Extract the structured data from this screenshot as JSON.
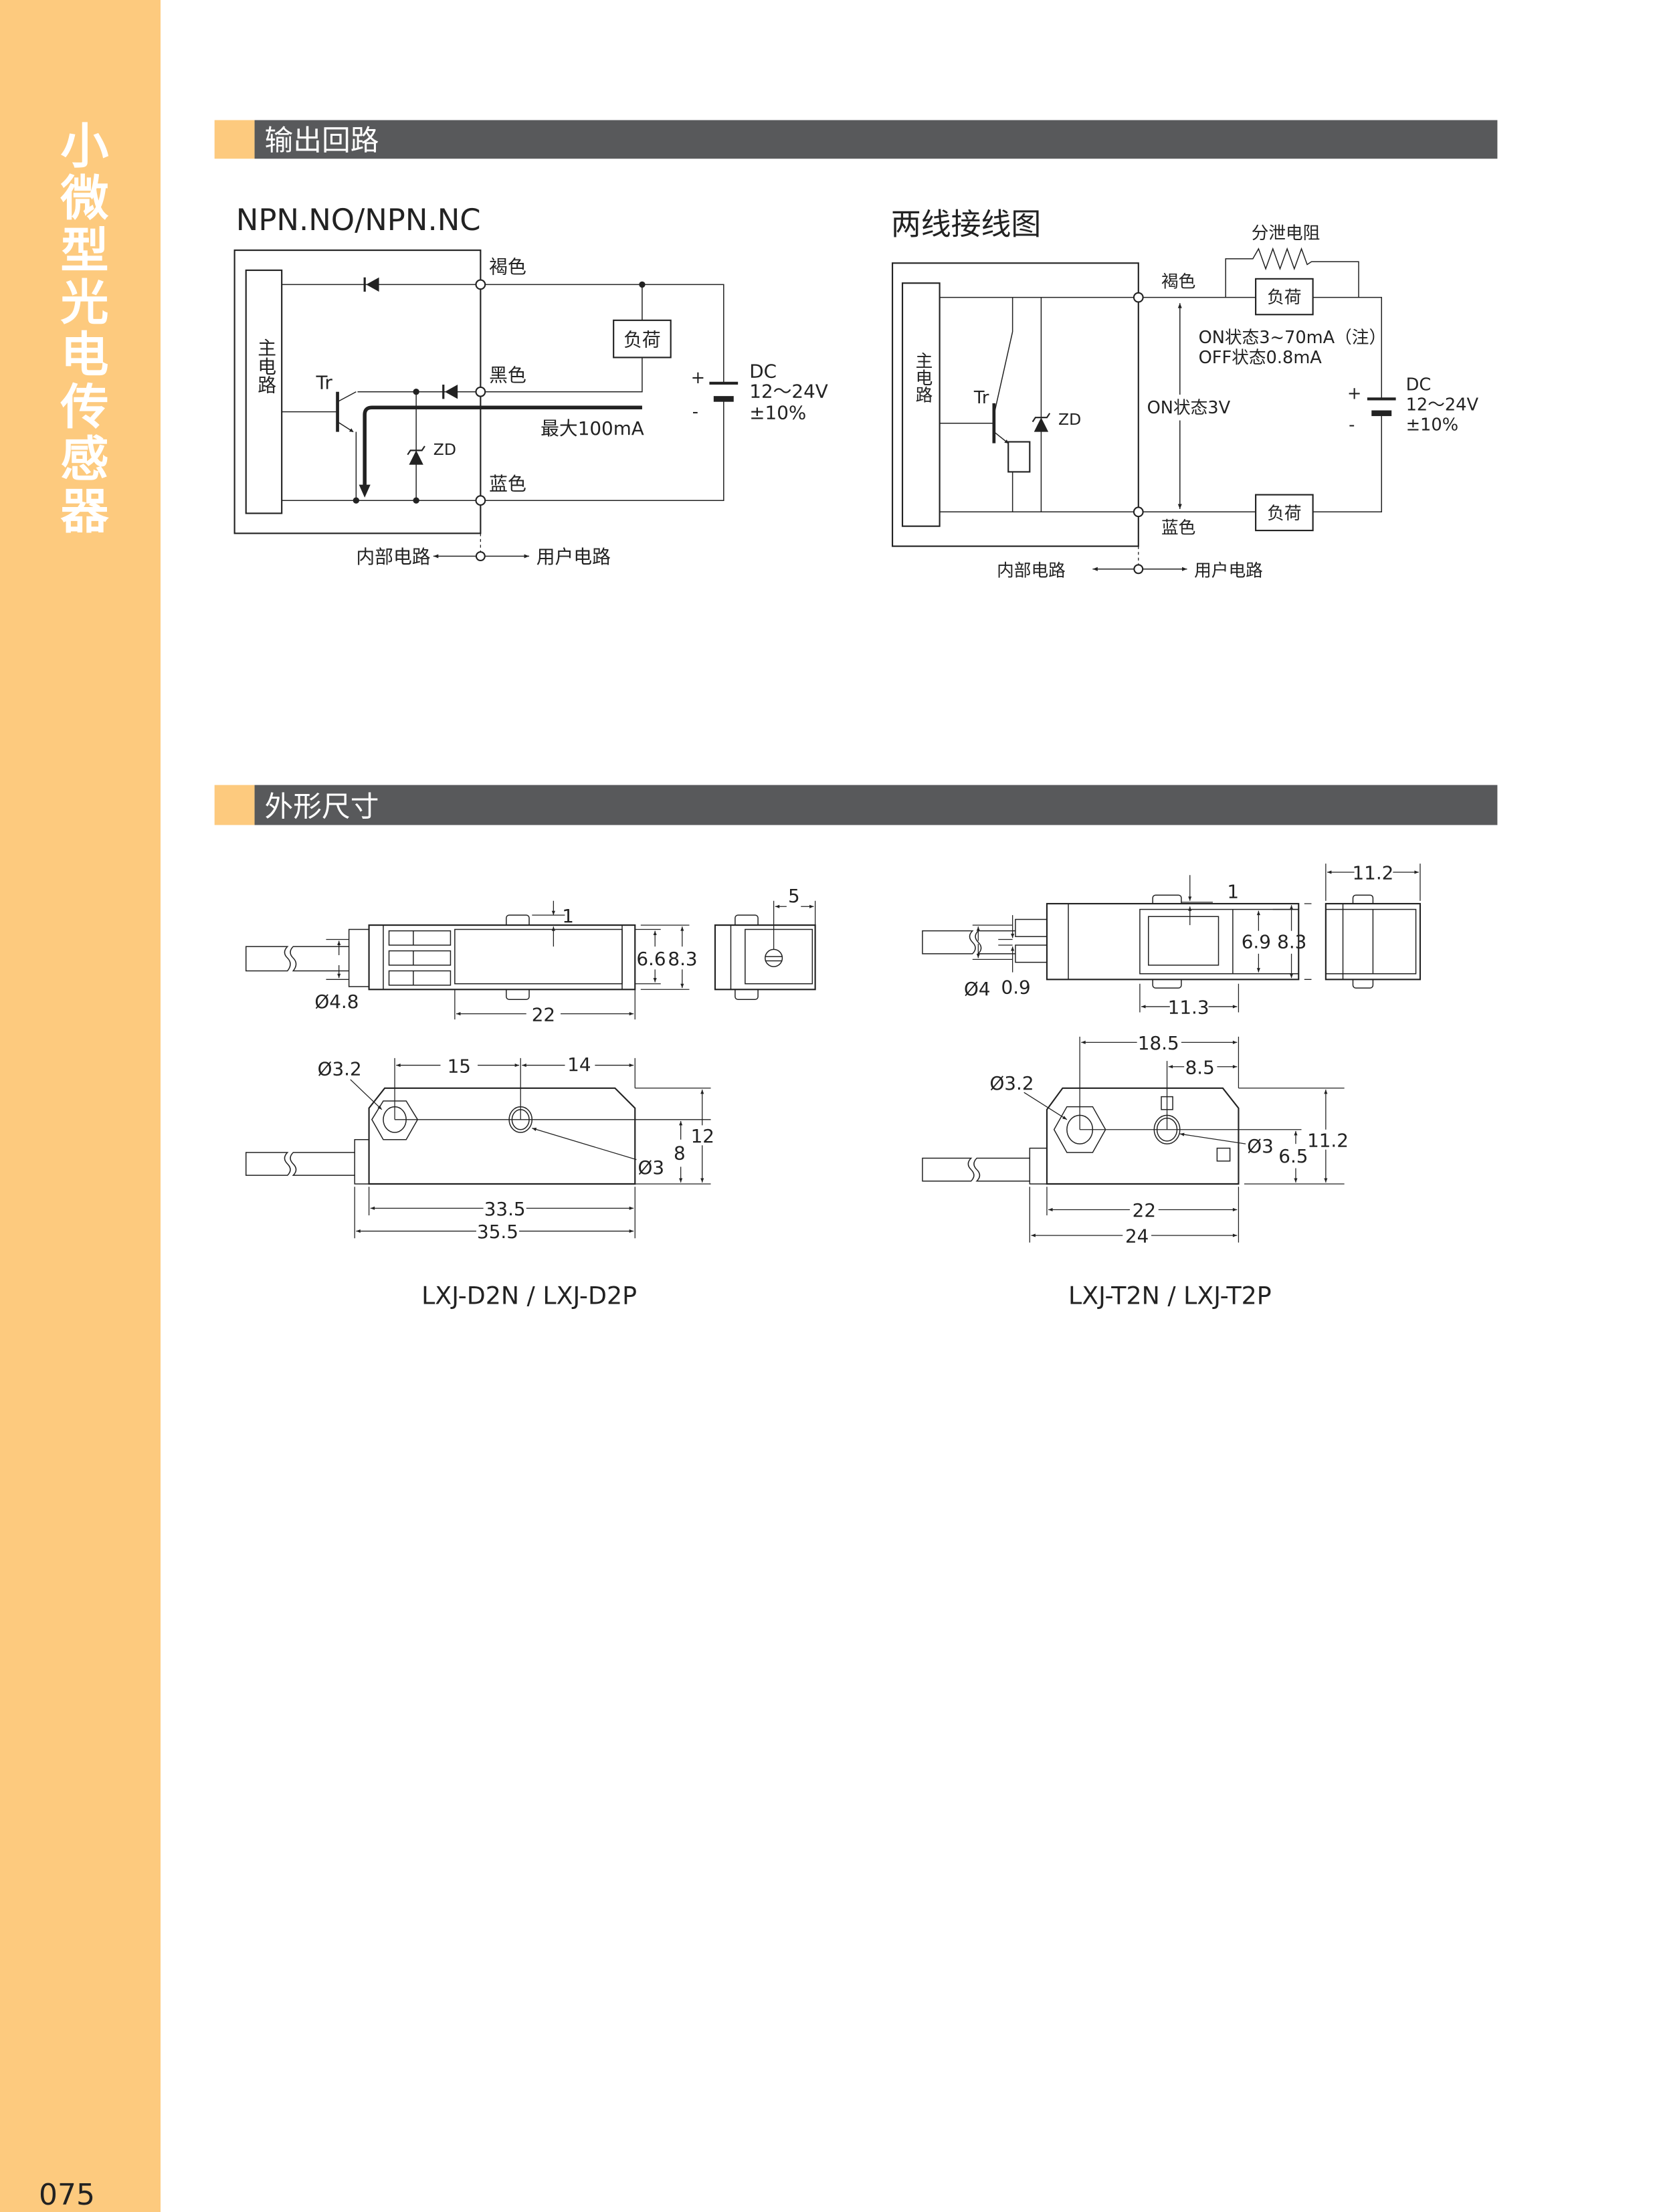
{
  "sidebar": {
    "title": "小微型光电传感器",
    "page_number": "075"
  },
  "colors": {
    "accent": "#fdca7e",
    "header_bar": "#58595b"
  },
  "sections": {
    "output_circuit": {
      "title": "输出回路"
    },
    "dimensions": {
      "title": "外形尺寸"
    }
  },
  "npn_circuit": {
    "title": "NPN.NO/NPN.NC",
    "main_circuit": "主电路",
    "transistor": "Tr",
    "zener": "ZD",
    "brown": "褐色",
    "black": "黑色",
    "blue": "蓝色",
    "load": "负荷",
    "max_current": "最大100mA",
    "plus": "+",
    "minus": "-",
    "dc": "DC",
    "voltage": "12～24V",
    "tolerance": "±10%",
    "internal": "内部电路",
    "user": "用户电路"
  },
  "two_wire_circuit": {
    "title": "两线接线图",
    "main_circuit": "主电路",
    "transistor": "Tr",
    "zener": "ZD",
    "brown": "褐色",
    "blue": "蓝色",
    "bleeder": "分泄电阻",
    "load_top": "负荷",
    "load_bottom": "负荷",
    "on_current": "ON状态3~70mA（注）",
    "off_current": "OFF状态0.8mA",
    "on_voltage": "ON状态3V",
    "plus": "+",
    "minus": "-",
    "dc": "DC",
    "voltage": "12～24V",
    "tolerance": "±10%",
    "internal": "内部电路",
    "user": "用户电路"
  },
  "drawing_d2": {
    "model": "LXJ-D2N / LXJ-D2P",
    "dims": {
      "nub": "1",
      "window_h": "6.6",
      "height": "8.3",
      "cable_dia": "Ø4.8",
      "window_len": "22",
      "end_offset": "5",
      "hex_dia": "Ø3.2",
      "pitch1": "15",
      "pitch2": "14",
      "hole_dia": "Ø3",
      "hole_h": "8",
      "body_h": "12",
      "body_len": "33.5",
      "total_len": "35.5"
    }
  },
  "drawing_t2": {
    "model": "LXJ-T2N / LXJ-T2P",
    "dims": {
      "nub": "1",
      "window_h": "6.9",
      "height": "8.3",
      "cable_dia": "Ø4",
      "gap": "0.9",
      "window_len": "11.3",
      "width": "11.2",
      "hex_dia": "Ø3.2",
      "pitch1": "18.5",
      "pitch2": "8.5",
      "hole_dia": "Ø3",
      "hole_h": "6.5",
      "body_h": "11.2",
      "body_len": "22",
      "total_len": "24"
    }
  }
}
